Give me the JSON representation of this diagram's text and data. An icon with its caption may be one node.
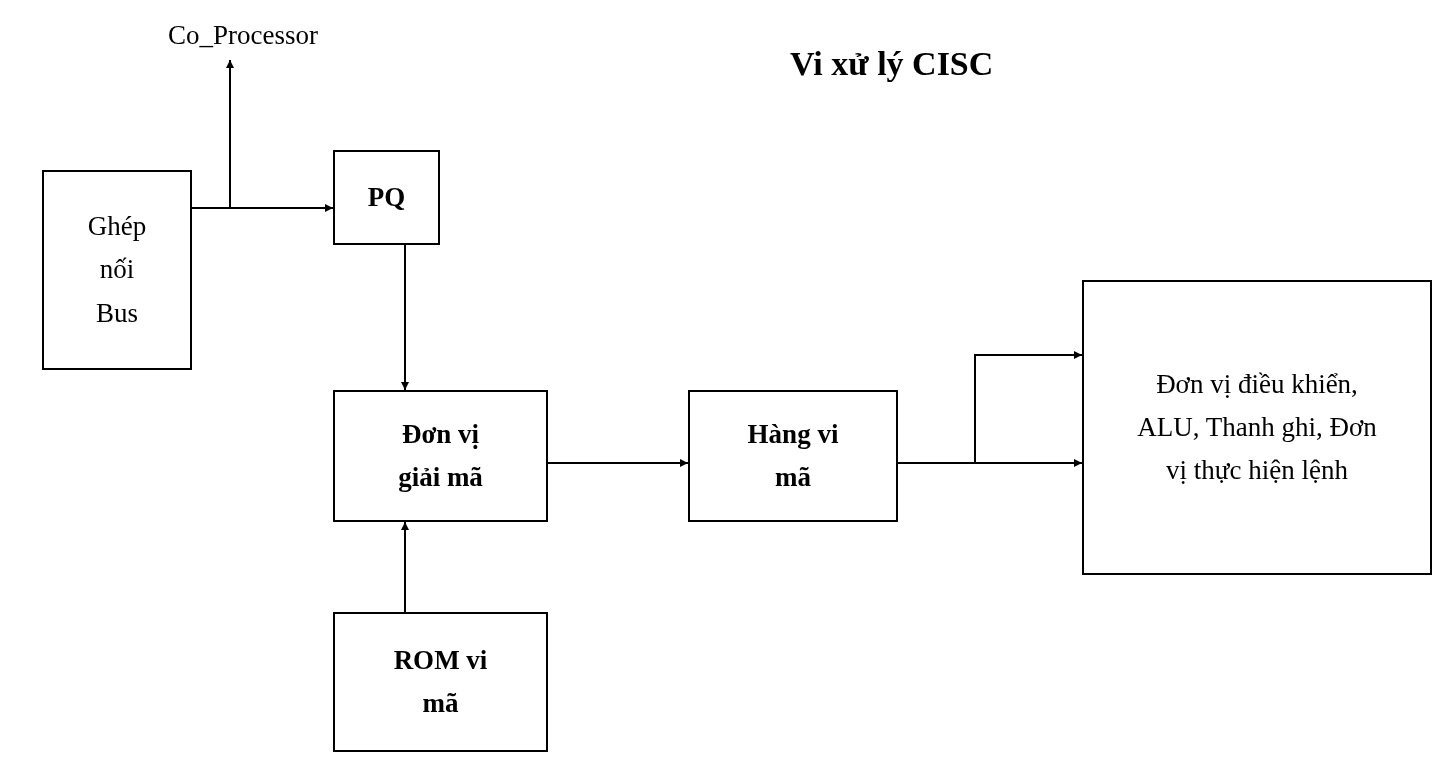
{
  "diagram": {
    "title": "Vi xử lý CISC",
    "nodes": [
      {
        "text": [
          "Ghép nối Bus"
        ]
      },
      {
        "text": [
          "PQ"
        ]
      },
      {
        "text": [
          "Đơn vị giải mã"
        ]
      },
      {
        "text": [
          "Hàng vi mã"
        ]
      },
      {
        "text": [
          "Đơn vị điều khiển, ALU, Thanh ghi, Đơn vị thực hiện lệnh"
        ]
      },
      {
        "text": [
          "ROM vi mã"
        ]
      },
      {
        "text": [
          "Co_Processor"
        ]
      }
    ],
    "edges": [
      {
        "from": 0,
        "to": 1,
        "arrow": "to"
      },
      {
        "from": 0,
        "to": 6,
        "arrow": "to"
      },
      {
        "from": 1,
        "to": 2,
        "arrow": "to"
      },
      {
        "from": 5,
        "to": 2,
        "arrow": "to"
      },
      {
        "from": 2,
        "to": 3,
        "arrow": "to"
      },
      {
        "from": 3,
        "to": 4,
        "arrow": "to"
      },
      {
        "from": 3,
        "to": 4,
        "arrow": "to"
      }
    ]
  }
}
